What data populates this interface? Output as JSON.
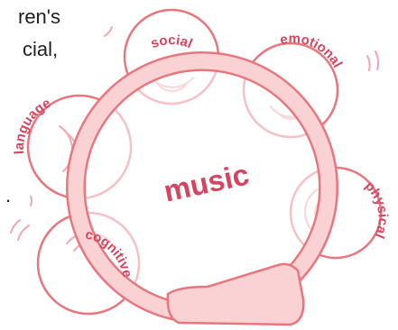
{
  "text_fragments": {
    "line1": "ren's",
    "line2": "cial,",
    "line3": "."
  },
  "diagram": {
    "center_label": "music",
    "domains": [
      "social",
      "emotional",
      "physical",
      "cognitive",
      "language"
    ]
  },
  "colors": {
    "stroke": "#e8767d",
    "fill": "#fbd2d4",
    "text": "#d64560",
    "accent_lines": "#f2a7ab"
  }
}
